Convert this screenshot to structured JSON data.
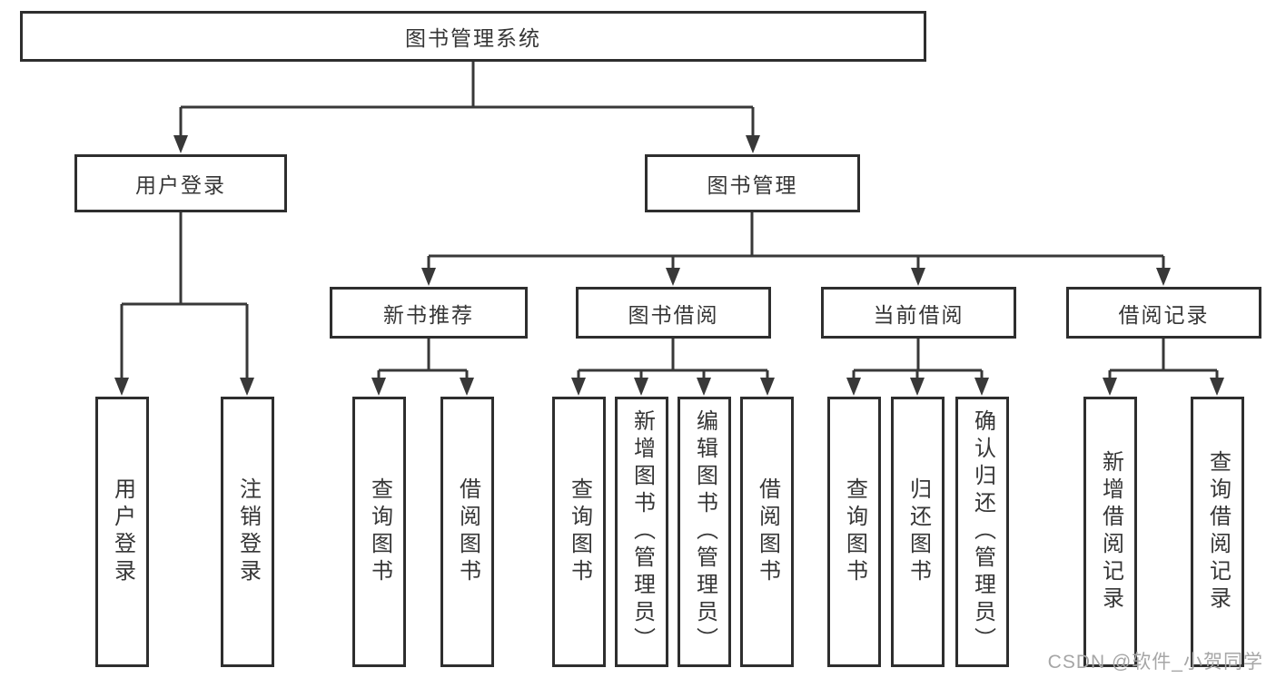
{
  "colors": {
    "line": "#383838",
    "box_border": "#2e2e2e",
    "text": "#363636",
    "background": "#ffffff",
    "watermark": "#a6a6a6"
  },
  "diagram": {
    "root": "图书管理系统",
    "user_branch": {
      "label": "用户登录",
      "leaves": [
        "用户登录",
        "注销登录"
      ]
    },
    "book_branch": {
      "label": "图书管理",
      "groups": [
        {
          "label": "新书推荐",
          "leaves": [
            "查询图书",
            "借阅图书"
          ]
        },
        {
          "label": "图书借阅",
          "leaves": [
            "查询图书",
            "新增图书（管理员）",
            "编辑图书（管理员）",
            "借阅图书"
          ]
        },
        {
          "label": "当前借阅",
          "leaves": [
            "查询图书",
            "归还图书",
            "确认归还（管理员）"
          ]
        },
        {
          "label": "借阅记录",
          "leaves": [
            "新增借阅记录",
            "查询借阅记录"
          ]
        }
      ]
    }
  },
  "watermark": "CSDN @软件_小贺同学"
}
